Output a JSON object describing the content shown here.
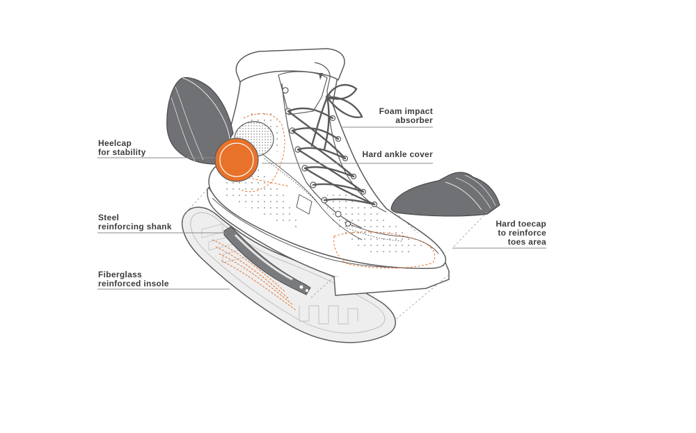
{
  "diagram": {
    "labels": {
      "foam_impact_absorber": "Foam impact\nabsorber",
      "hard_ankle_cover": "Hard ankle cover",
      "heelcap": "Heelcap\nfor stability",
      "steel_shank": "Steel\nreinforcing shank",
      "fiberglass_insole": "Fiberglass\nreinforced insole",
      "hard_toecap": "Hard toecap\nto reinforce\ntoes area"
    },
    "colors": {
      "outline": "#5a5a5a",
      "protector_gray": "#707174",
      "accent_orange": "#e8722a",
      "insole_fill": "#ececec",
      "leader_line": "#8a8a8a",
      "text": "#3b3b3b"
    }
  }
}
